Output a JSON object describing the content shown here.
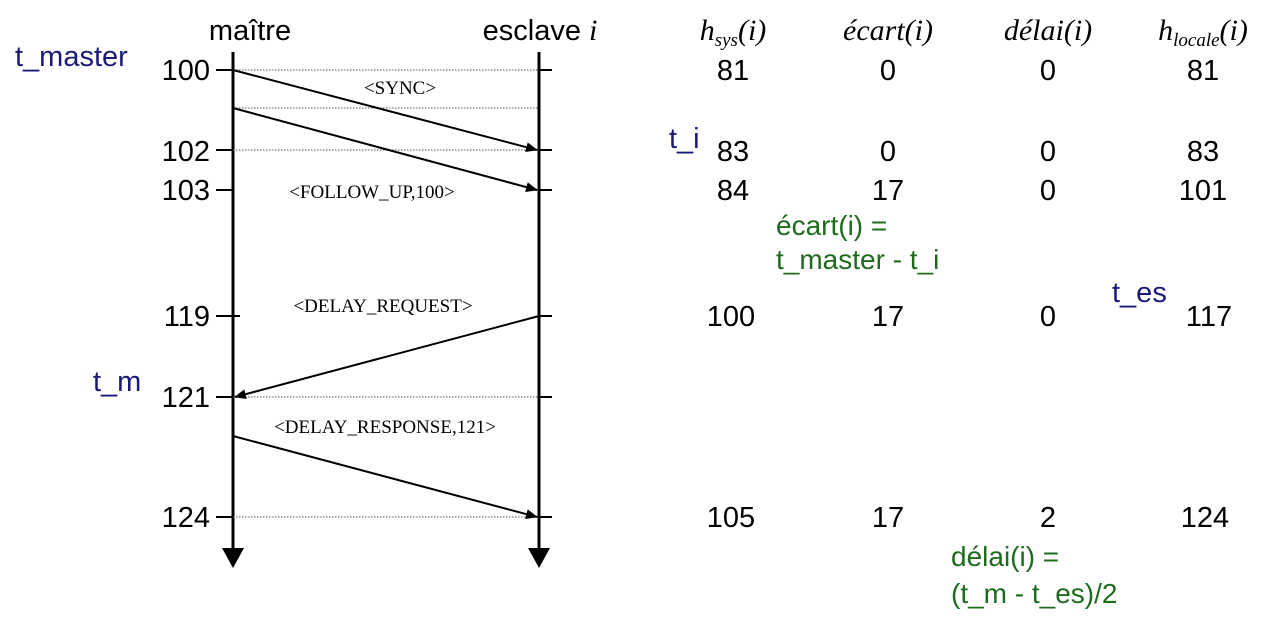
{
  "lanes": {
    "master": "maître",
    "slave_prefix": "esclave ",
    "slave_index": "i"
  },
  "column_headers": [
    {
      "main": "h",
      "sub": "sys",
      "suffix": "(i)"
    },
    {
      "main": "écart",
      "sub": "",
      "suffix": "(i)"
    },
    {
      "main": "délai",
      "sub": "",
      "suffix": "(i)"
    },
    {
      "main": "h",
      "sub": "locale",
      "suffix": "(i)"
    }
  ],
  "time_labels": [
    "100",
    "102",
    "103",
    "119",
    "121",
    "124"
  ],
  "messages": {
    "sync": "<SYNC>",
    "follow_up": "<FOLLOW_UP,100>",
    "delay_request": "<DELAY_REQUEST>",
    "delay_response": "<DELAY_RESPONSE,121>"
  },
  "table_rows": [
    [
      "81",
      "0",
      "0",
      "81"
    ],
    [
      "83",
      "0",
      "0",
      "83"
    ],
    [
      "84",
      "17",
      "0",
      "101"
    ],
    [
      "100",
      "17",
      "0",
      "117"
    ],
    [
      "105",
      "17",
      "2",
      "124"
    ]
  ],
  "variables": {
    "t_master": "t_master",
    "t_i": "t_i",
    "t_m": "t_m",
    "t_es": "t_es"
  },
  "formulas": {
    "ecart_line1": "écart(i) =",
    "ecart_line2": "t_master - t_i",
    "delai_line1": "délai(i) =",
    "delai_line2": "(t_m - t_es)/2"
  },
  "colors": {
    "ink": "#000000",
    "variable": "#1a1a7a",
    "formula": "#1e6b1e"
  }
}
